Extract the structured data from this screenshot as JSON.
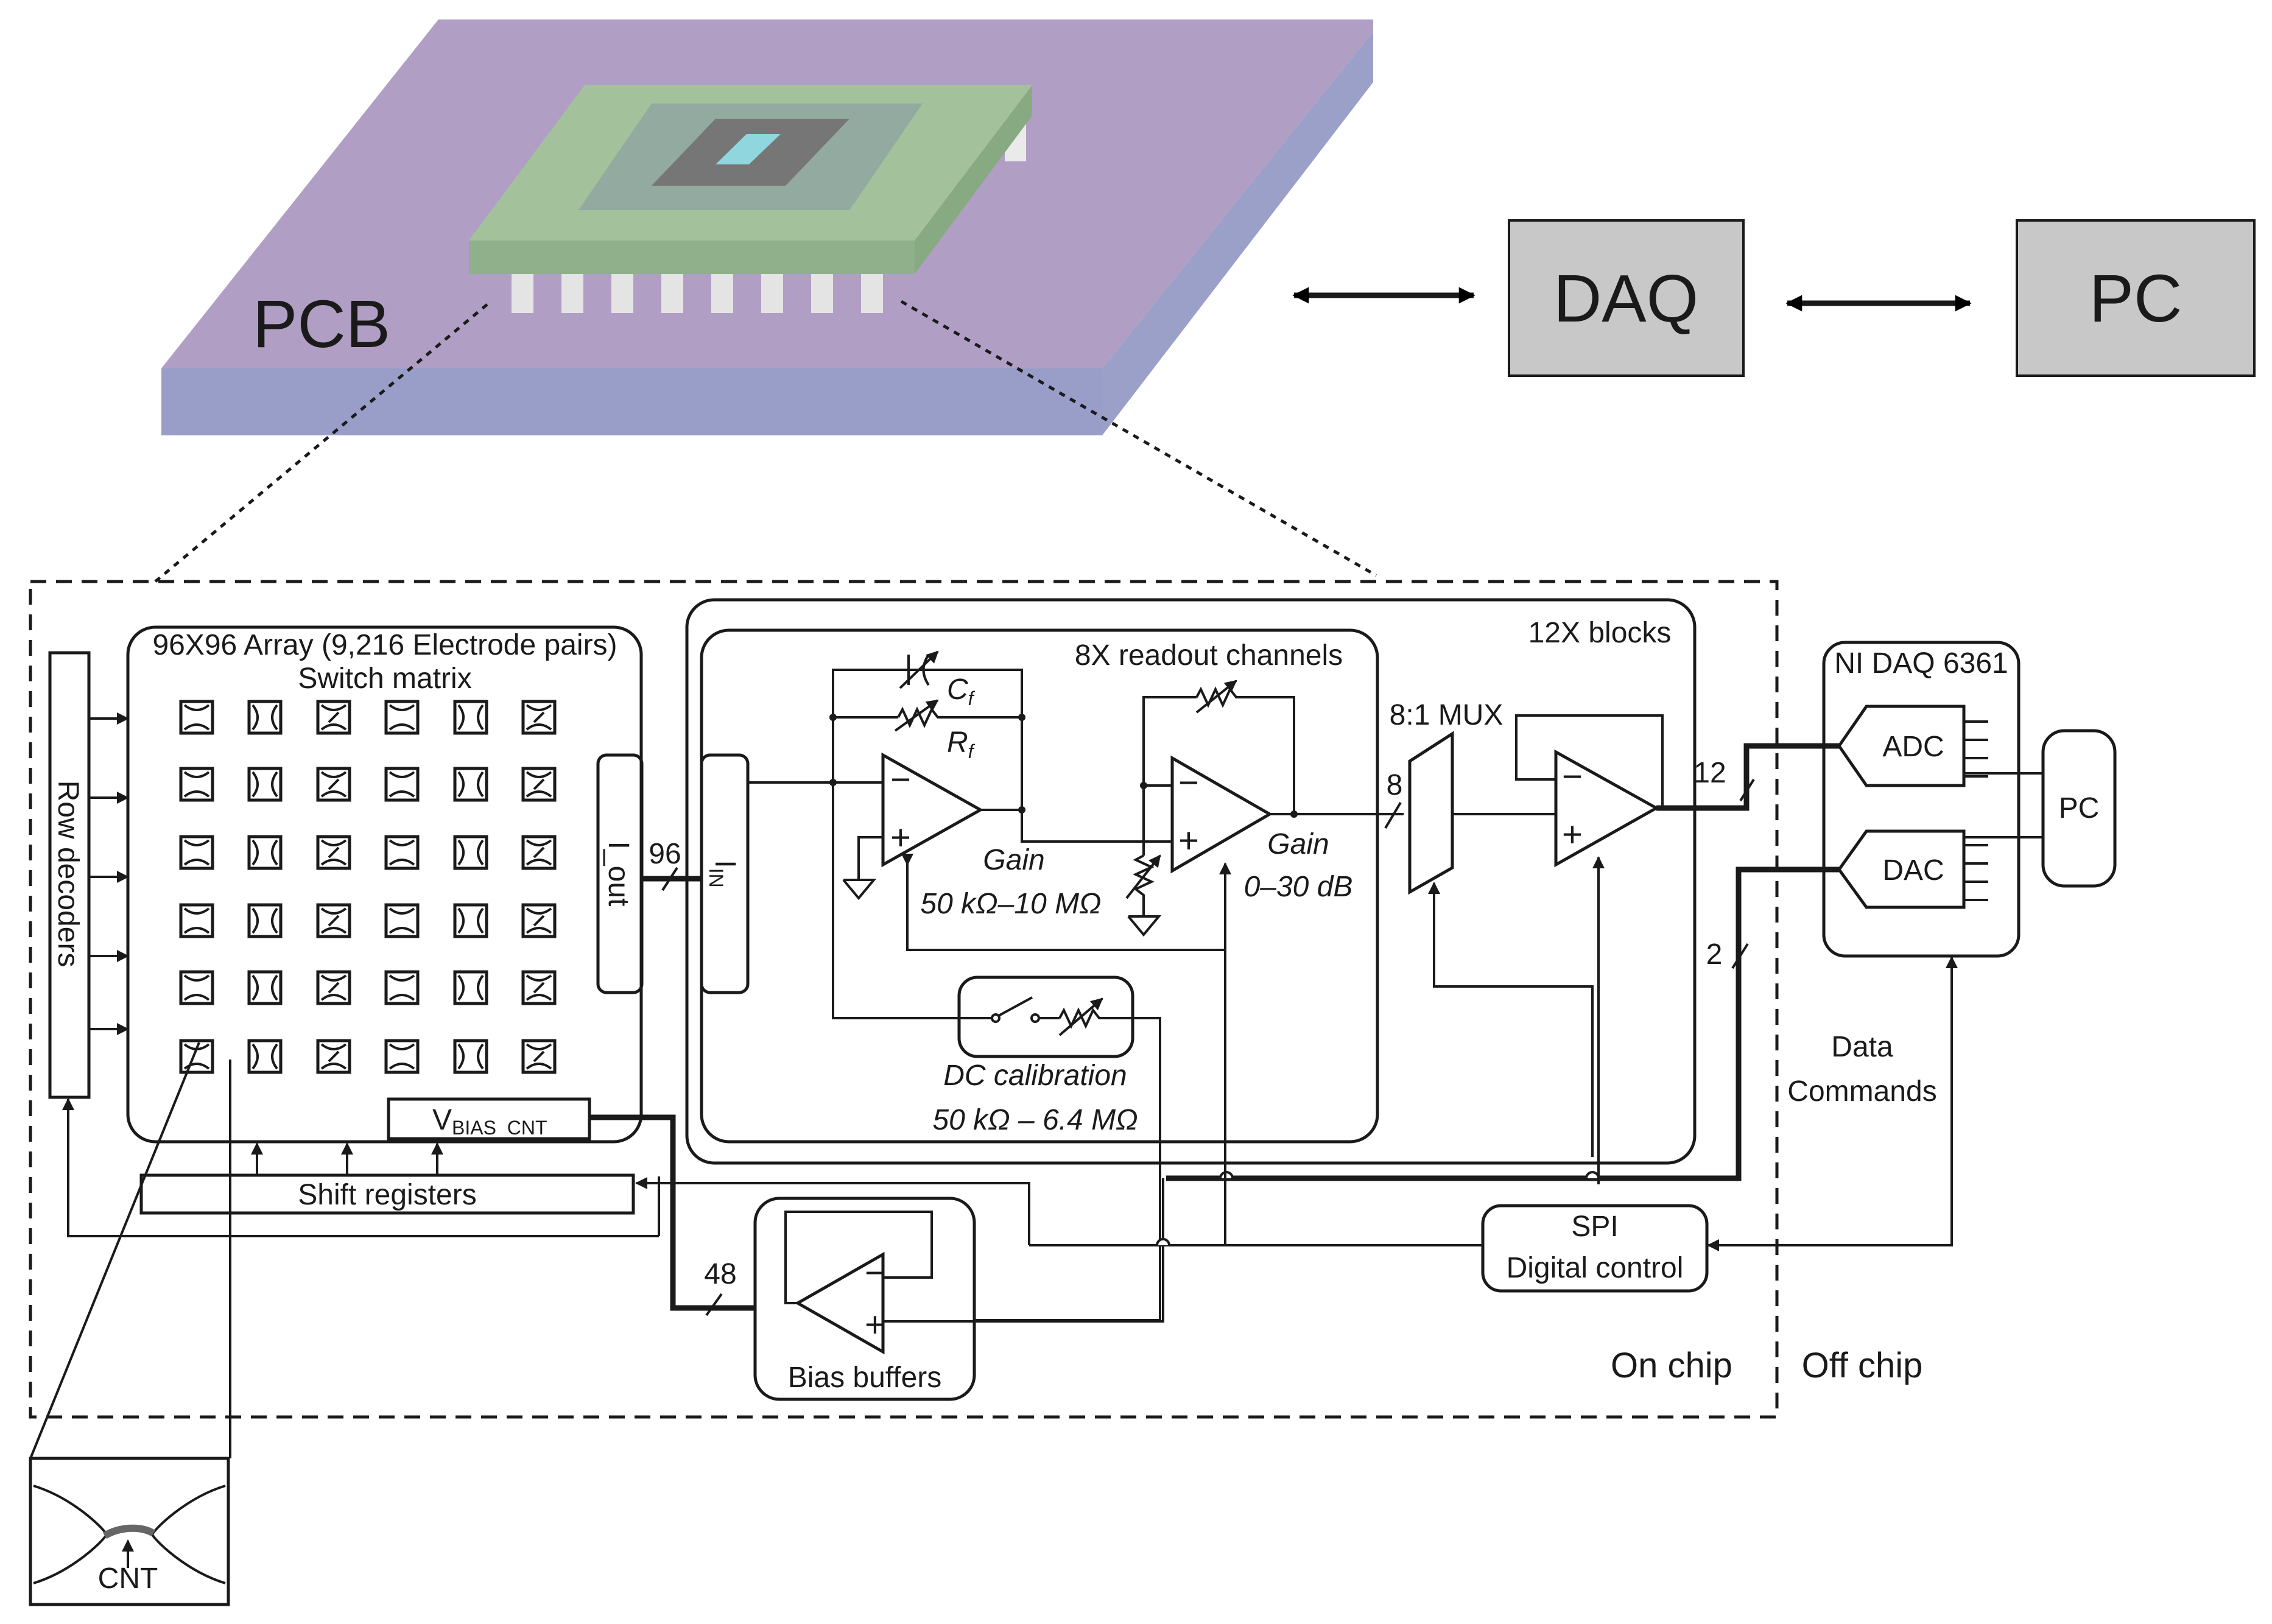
{
  "pcb": {
    "label": "PCB"
  },
  "top_blocks": {
    "daq": "DAQ",
    "pc": "PC"
  },
  "array": {
    "title": "96X96 Array (9,216 Electrode pairs)",
    "subtitle": "Switch matrix",
    "row_decoders": "Row decoders",
    "i_out": "I_out",
    "v_bias_main": "V",
    "v_bias_sub": "BIAS_CNT",
    "shift_registers": "Shift registers",
    "cnt": "CNT"
  },
  "buses": {
    "b96": "96",
    "b8": "8",
    "b12": "12",
    "b2": "2",
    "b48": "48"
  },
  "readout": {
    "blocks": "12X blocks",
    "channels": "8X readout channels",
    "iin_main": "I",
    "iin_sub": "IN",
    "cf_main": "C",
    "cf_sub": "f",
    "rf_main": "R",
    "rf_sub": "f",
    "gain1": "Gain",
    "gain1_range": "50 kΩ–10 MΩ",
    "gain2": "Gain",
    "gain2_range": "0–30 dB",
    "dc_cal": "DC calibration",
    "dc_cal_range": "50 kΩ – 6.4 MΩ",
    "mux": "8:1 MUX",
    "minus": "−",
    "plus": "+"
  },
  "bias": {
    "label": "Bias buffers"
  },
  "spi": {
    "line1": "SPI",
    "line2": "Digital control"
  },
  "ni_daq": {
    "title": "NI DAQ 6361",
    "adc": "ADC",
    "dac": "DAC",
    "pc": "PC"
  },
  "data_commands": {
    "line1": "Data",
    "line2": "Commands"
  },
  "chip_labels": {
    "on": "On chip",
    "off": "Off chip"
  }
}
